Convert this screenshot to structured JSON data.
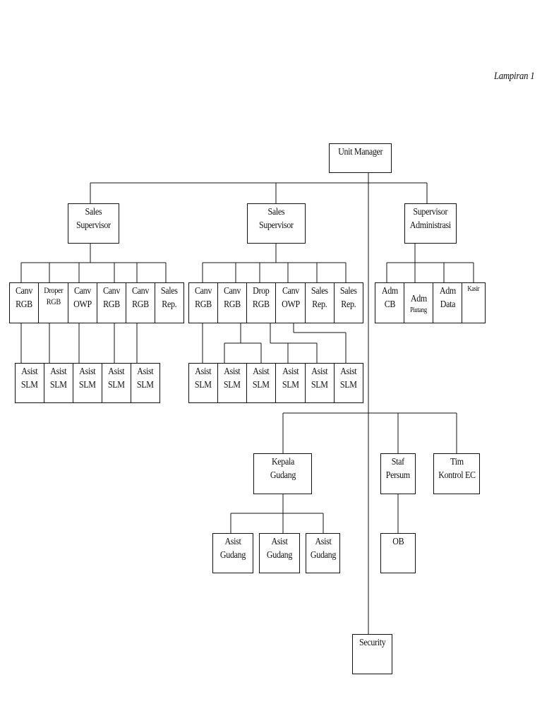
{
  "page_label": "Lampiran 1",
  "nodes": {
    "unit_manager": "Unit Manager",
    "sales_supervisor_1": "Sales\nSupervisor",
    "sales_supervisor_2": "Sales\nSupervisor",
    "supervisor_administrasi": "Supervisor\nAdministrasi",
    "group1_level3": [
      "Canv\nRGB",
      "Droper\nRGB",
      "Canv\nOWP",
      "Canv\nRGB",
      "Canv\nRGB",
      "Sales\nRep."
    ],
    "group1_level4": [
      "Asist\nSLM",
      "Asist\nSLM",
      "Asist\nSLM",
      "Asist\nSLM",
      "Asist\nSLM"
    ],
    "group2_level3": [
      "Canv\nRGB",
      "Canv\nRGB",
      "Drop\nRGB",
      "Canv\nOWP",
      "Sales\nRep.",
      "Sales\nRep."
    ],
    "group2_level4": [
      "Asist\nSLM",
      "Asist\nSLM",
      "Asist\nSLM",
      "Asist\nSLM",
      "Asist\nSLM",
      "Asist\nSLM"
    ],
    "admin_level3": {
      "adm_cb": "Adm\nCB",
      "adm_piutang_top": "Adm",
      "adm_piutang_bottom": "Piutang",
      "adm_data": "Adm\nData",
      "kasir": "Kasir"
    },
    "kepala_gudang": "Kepala\nGudang",
    "staf_persum": "Staf\nPersum",
    "tim_kontrol_ec": "Tim\nKontrol EC",
    "asist_gudang": [
      "Asist\nGudang",
      "Asist\nGudang",
      "Asist\nGudang"
    ],
    "ob": "OB",
    "security": "Security"
  }
}
